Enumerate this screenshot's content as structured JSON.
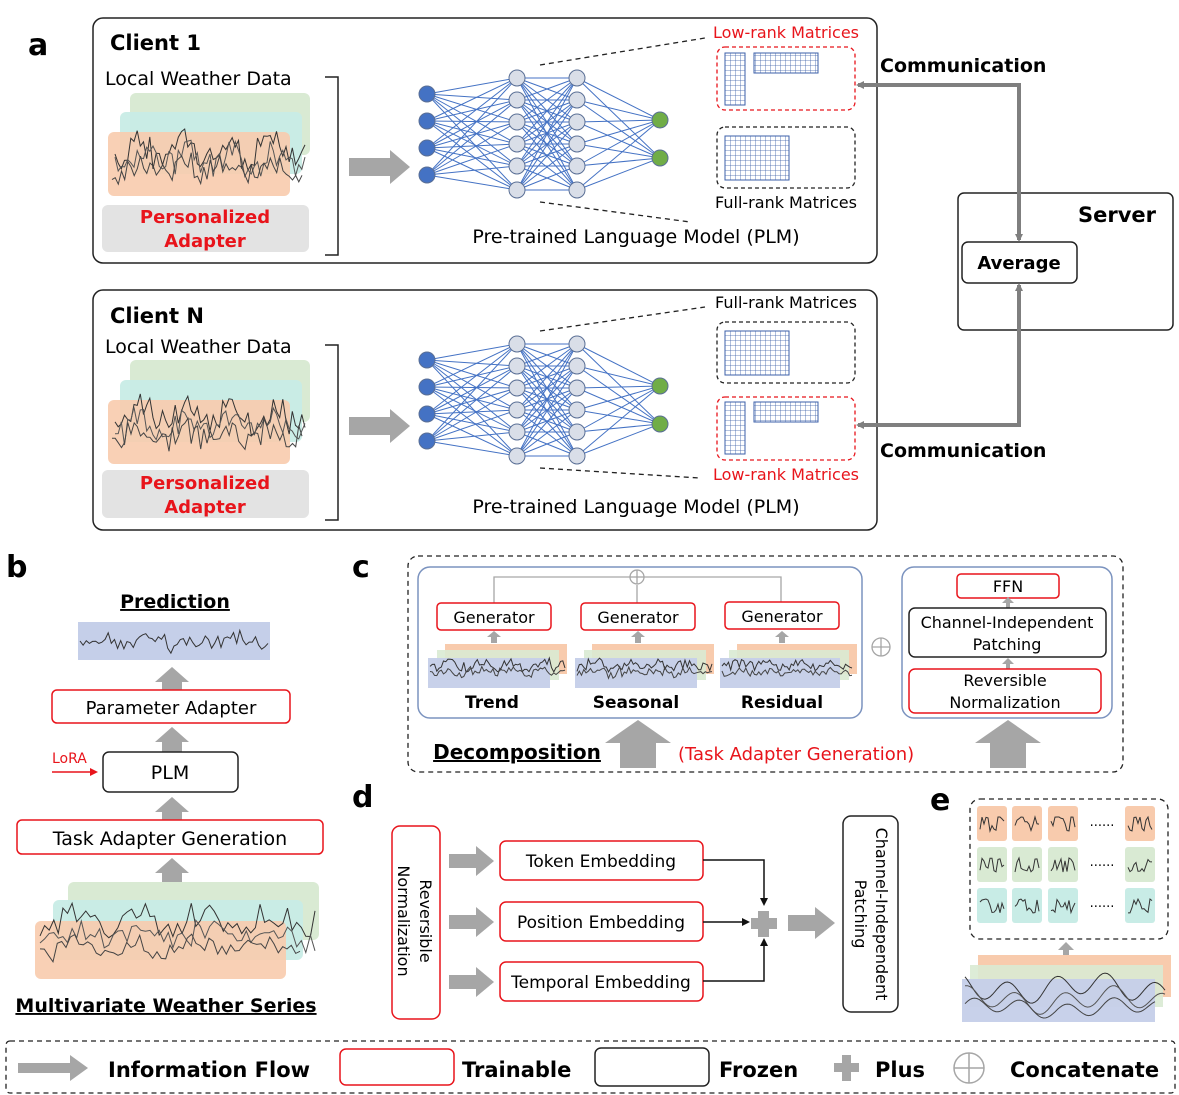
{
  "panel_a": {
    "label": "a",
    "client1": {
      "title": "Client 1",
      "data_label": "Local Weather Data",
      "adapter_line1": "Personalized",
      "adapter_line2": "Adapter",
      "plm_label": "Pre-trained Language Model (PLM)",
      "top_matrix_label": "Low-rank Matrices",
      "bottom_matrix_label": "Full-rank Matrices"
    },
    "clientN": {
      "title": "Client N",
      "data_label": "Local Weather Data",
      "adapter_line1": "Personalized",
      "adapter_line2": "Adapter",
      "plm_label": "Pre-trained Language Model (PLM)",
      "top_matrix_label": "Full-rank Matrices",
      "bottom_matrix_label": "Low-rank Matrices"
    },
    "server": {
      "title": "Server",
      "average": "Average"
    },
    "communication_top": "Communication",
    "communication_bottom": "Communication"
  },
  "panel_b": {
    "label": "b",
    "prediction": "Prediction",
    "parameter_adapter": "Parameter Adapter",
    "lora": "LoRA",
    "plm": "PLM",
    "task_adapter_generation": "Task Adapter Generation",
    "series_label": "Multivariate Weather Series"
  },
  "panel_c": {
    "label": "c",
    "generator_1": "Generator",
    "generator_2": "Generator",
    "generator_3": "Generator",
    "trend": "Trend",
    "seasonal": "Seasonal",
    "residual": "Residual",
    "ffn": "FFN",
    "cip_line1": "Channel-Independent",
    "cip_line2": "Patching",
    "rn_line1": "Reversible",
    "rn_line2": "Normalization",
    "decomposition": "Decomposition",
    "task_adapter_generation": "(Task Adapter Generation)"
  },
  "panel_d": {
    "label": "d",
    "rn_line1": "Reversible",
    "rn_line2": "Normalization",
    "token_embedding": "Token Embedding",
    "position_embedding": "Position Embedding",
    "temporal_embedding": "Temporal Embedding",
    "cip_line1": "Channel-Independent",
    "cip_line2": "Patching"
  },
  "panel_e": {
    "label": "e",
    "dots": "......"
  },
  "legend": {
    "information_flow": "Information Flow",
    "trainable": "Trainable",
    "frozen": "Frozen",
    "plus": "Plus",
    "concatenate": "Concatenate"
  },
  "colors": {
    "trainable_red": "#e8141b",
    "arrow_gray": "#a6a6a6",
    "dark_gray_arrow": "#7f7f7f",
    "node_blue": "#4472c4",
    "node_gray": "#d9dee8",
    "node_green": "#70ad47",
    "series_green": "#d9ead3",
    "series_teal": "#c8ece6",
    "series_orange": "#f8cbad",
    "series_blue": "#c5cfe9",
    "adapter_gray": "#e3e3e3",
    "grid_blue": "#3b5fa8"
  }
}
